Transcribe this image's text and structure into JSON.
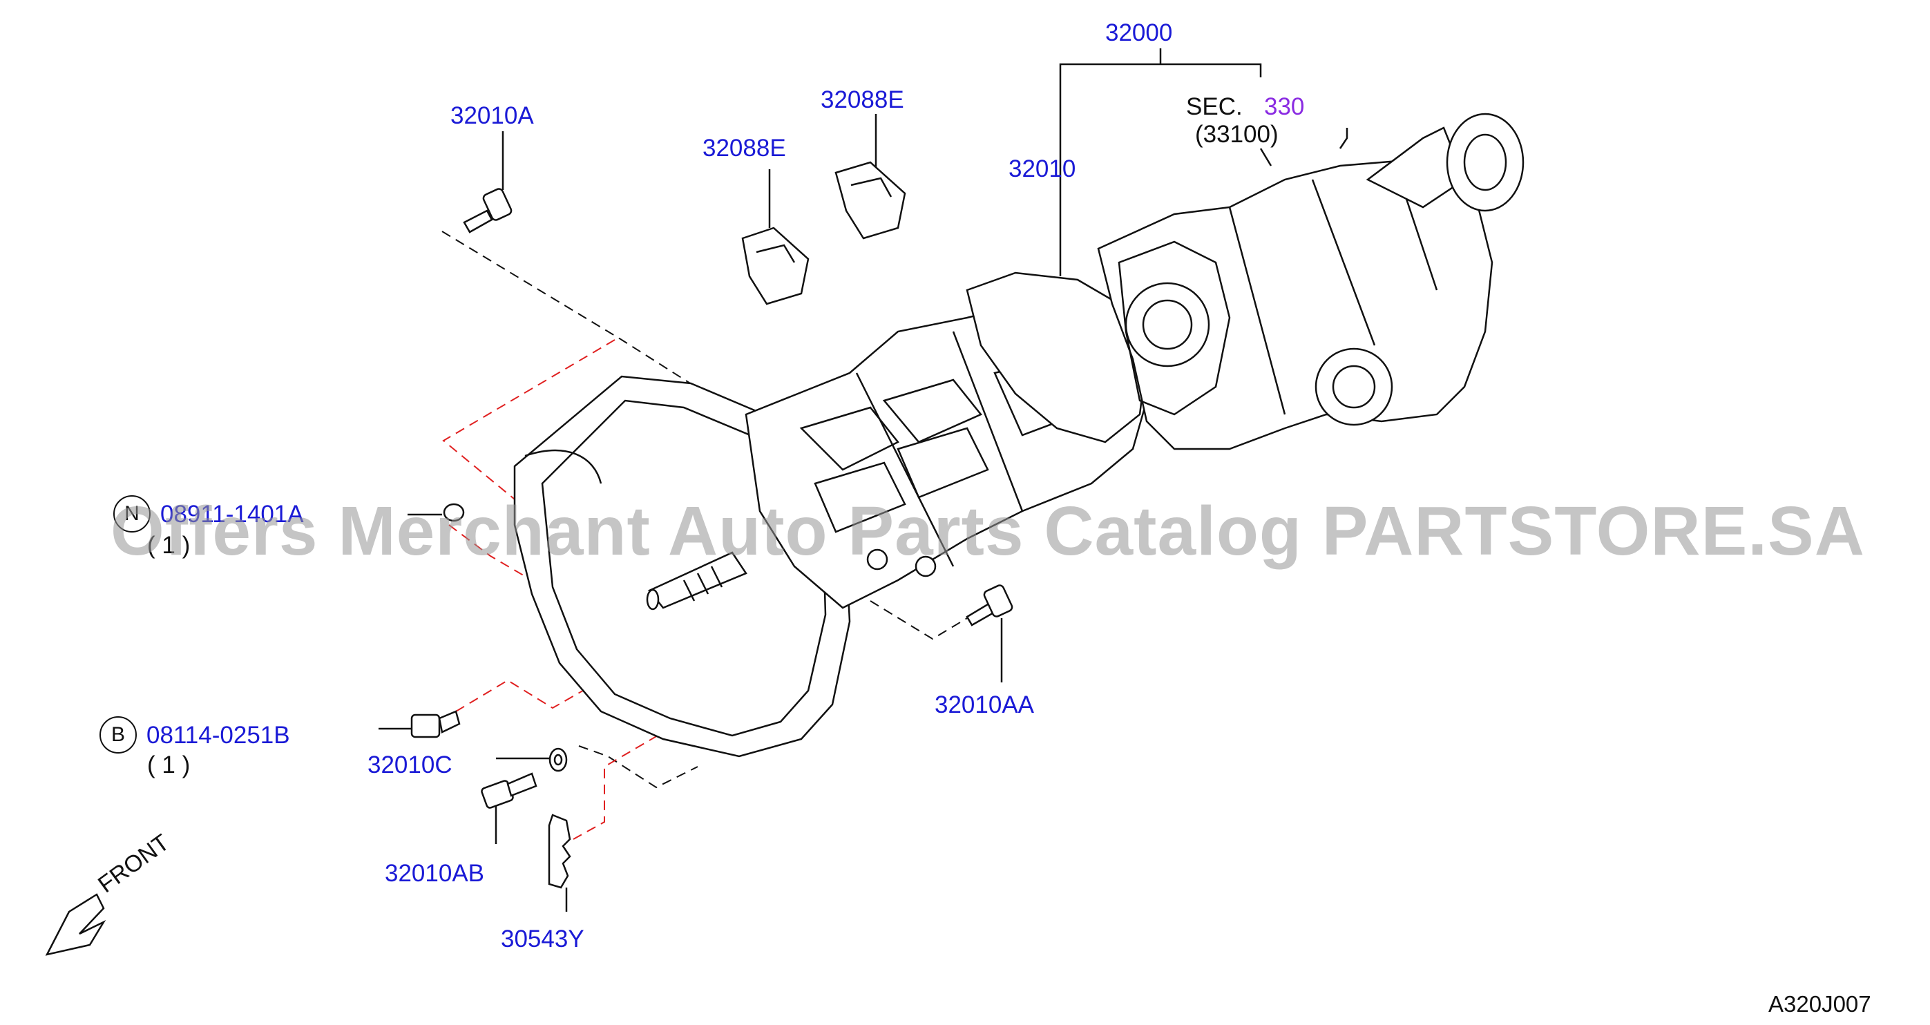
{
  "diagram_id": "A320J007",
  "watermark": "Offers Merchant Auto Parts Catalog PARTSTORE.SA",
  "front_label": "FRONT",
  "section": {
    "prefix": "SEC.",
    "number": "330",
    "sub": "(33100)"
  },
  "parts": {
    "p32000": "32000",
    "p32010": "32010",
    "p32010A": "32010A",
    "p32088E_top": "32088E",
    "p32088E_left": "32088E",
    "p32010AA": "32010AA",
    "p32010C": "32010C",
    "p32010AB": "32010AB",
    "p30543Y": "30543Y"
  },
  "callouts": {
    "N": {
      "symbol": "N",
      "part": "08911-1401A",
      "qty": "( 1 )"
    },
    "B": {
      "symbol": "B",
      "part": "08114-0251B",
      "qty": "( 1 )"
    }
  },
  "colors": {
    "label": "#1a1ad6",
    "section_link": "#8a2be2",
    "leader_red": "#e02020",
    "line": "#111111"
  }
}
